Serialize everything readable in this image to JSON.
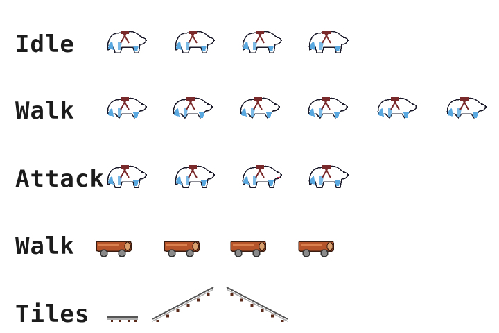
{
  "rows": [
    {
      "label": "Idle",
      "sprite": "polar-bear-idle",
      "frames": 4
    },
    {
      "label": "Walk",
      "sprite": "polar-bear-walk",
      "frames": 6
    },
    {
      "label": "Attack",
      "sprite": "polar-bear-attack",
      "frames": 4
    },
    {
      "label": "Walk",
      "sprite": "log-cart-walk",
      "frames": 4
    },
    {
      "label": "Tiles",
      "sprite": "rope-bridge-tiles",
      "frames": 3
    }
  ],
  "colors": {
    "text": "#1c1c1c",
    "bear_fur": "#ffffff",
    "bear_outline": "#1a1a2a",
    "bear_shadow": "#5aa8e0",
    "harness": "#7a2a2a",
    "log": "#b5532a",
    "wheel": "#8a8a8a"
  }
}
